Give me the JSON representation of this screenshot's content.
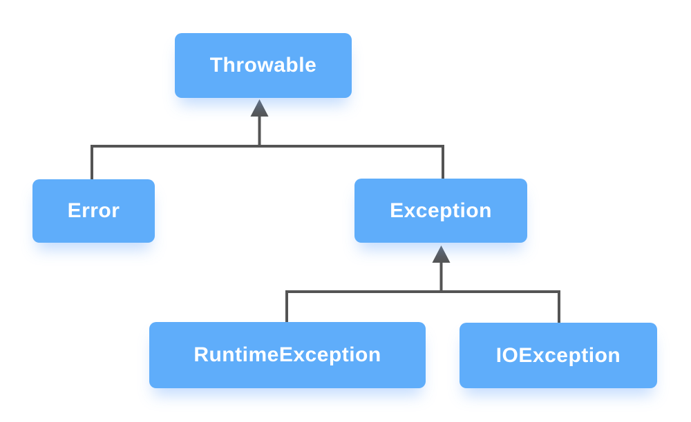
{
  "diagram": {
    "type": "class-hierarchy-tree",
    "nodes": [
      {
        "id": "throwable",
        "label": "Throwable"
      },
      {
        "id": "error",
        "label": "Error"
      },
      {
        "id": "exception",
        "label": "Exception"
      },
      {
        "id": "runtime-exception",
        "label": "RuntimeException"
      },
      {
        "id": "io-exception",
        "label": "IOException"
      }
    ],
    "edges": [
      {
        "from": "error",
        "to": "throwable",
        "style": "elbow, arrowhead pointing up into parent"
      },
      {
        "from": "exception",
        "to": "throwable",
        "style": "elbow, arrowhead pointing up into parent"
      },
      {
        "from": "runtime-exception",
        "to": "exception",
        "style": "elbow, arrowhead pointing up into parent"
      },
      {
        "from": "io-exception",
        "to": "exception",
        "style": "elbow, arrowhead pointing up into parent"
      }
    ],
    "colors": {
      "node_fill": "#5fadfa",
      "node_text": "#ffffff",
      "node_shadow": "rgba(125,178,250,0.45)",
      "connector": "#545454",
      "background": "#ffffff"
    }
  }
}
